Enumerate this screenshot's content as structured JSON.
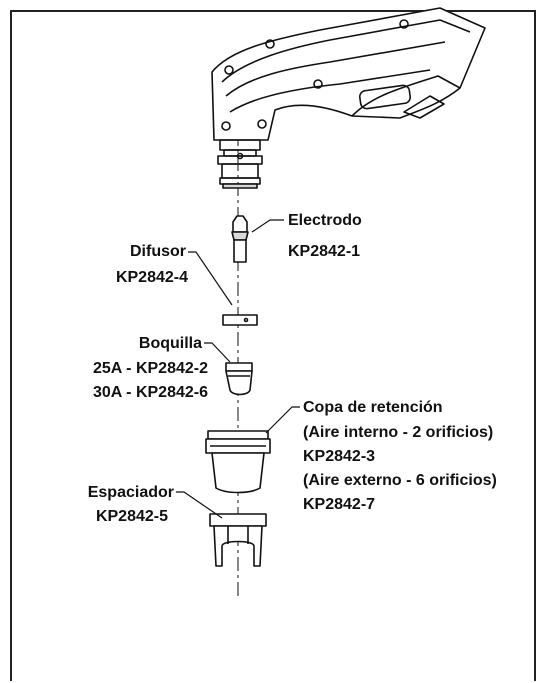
{
  "labels": {
    "electrodo": {
      "name": "Electrodo",
      "part": "KP2842-1"
    },
    "difusor": {
      "name": "Difusor",
      "part": "KP2842-4"
    },
    "boquilla": {
      "name": "Boquilla",
      "part_25a": "25A - KP2842-2",
      "part_30a": "30A - KP2842-6"
    },
    "copa": {
      "name": "Copa de retención",
      "interno": "(Aire interno - 2 orificios)",
      "part_interno": "KP2842-3",
      "externo": "(Aire externo - 6 orificios)",
      "part_externo": "KP2842-7"
    },
    "espaciador": {
      "name": "Espaciador",
      "part": "KP2842-5"
    }
  },
  "colors": {
    "line": "#111111",
    "fill": "#ffffff",
    "shade": "#d9d9d9"
  }
}
